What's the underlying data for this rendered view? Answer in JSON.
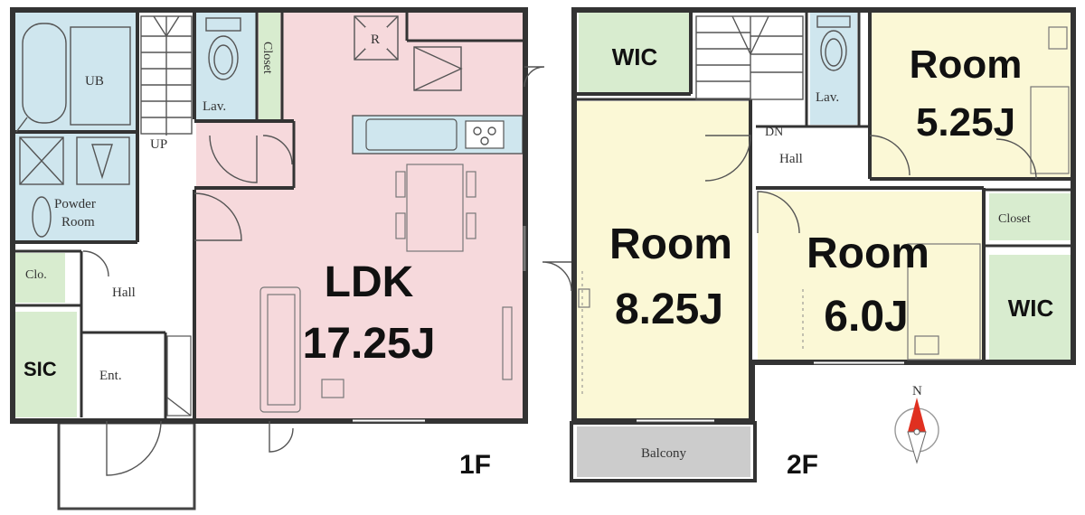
{
  "floor1": {
    "label": "1F",
    "rooms": {
      "ub": "UB",
      "lav": "Lav.",
      "closet": "Closet",
      "up": "UP",
      "powder_line1": "Powder",
      "powder_line2": "Room",
      "clo": "Clo.",
      "hall": "Hall",
      "sic": "SIC",
      "ent": "Ent.",
      "r": "R",
      "ldk_name": "LDK",
      "ldk_size": "17.25J"
    }
  },
  "floor2": {
    "label": "2F",
    "rooms": {
      "wic_top": "WIC",
      "lav": "Lav.",
      "dn": "DN",
      "hall": "Hall",
      "room_a_name": "Room",
      "room_a_size": "5.25J",
      "room_b_name": "Room",
      "room_b_size": "8.25J",
      "room_c_name": "Room",
      "room_c_size": "6.0J",
      "closet": "Closet",
      "wic_right": "WIC",
      "balcony": "Balcony"
    }
  },
  "compass": {
    "north_label": "N"
  },
  "colors": {
    "ldk": "#f6d9dc",
    "wet": "#cfe6ee",
    "storage": "#d8eccf",
    "bedroom": "#fbf8d6",
    "balcony": "#cccccc",
    "compass_red": "#e03020"
  }
}
